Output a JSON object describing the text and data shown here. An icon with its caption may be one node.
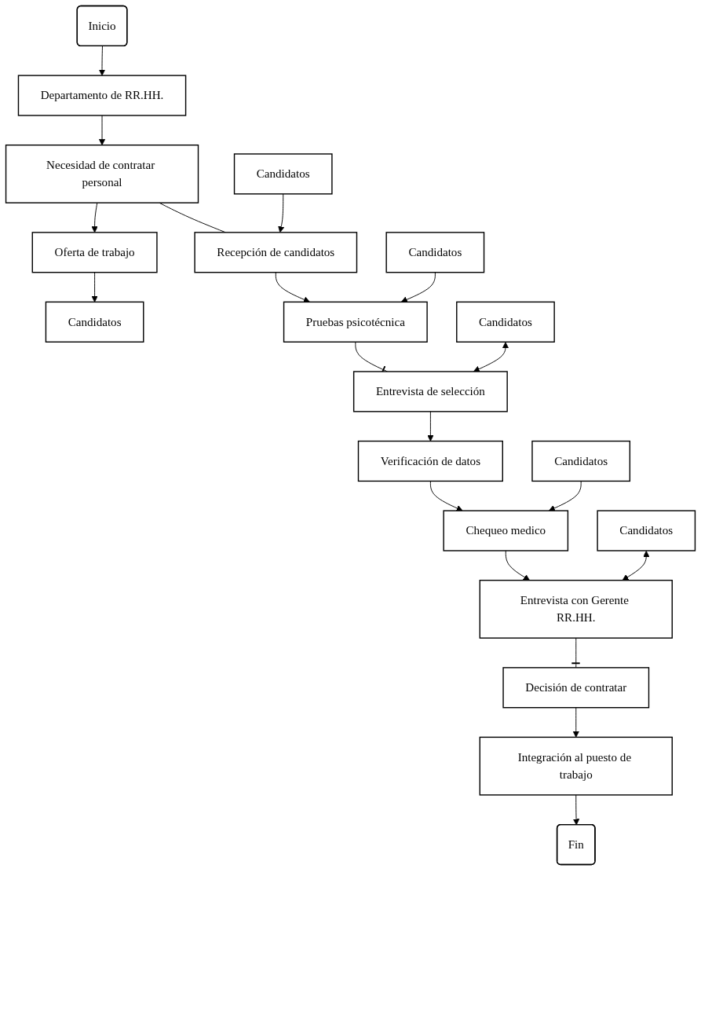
{
  "diagram": {
    "nodes": [
      {
        "text": [
          "Inicio"
        ]
      },
      {
        "text": [
          "Departamento de RR.HH."
        ]
      },
      {
        "text": [
          "Necesidad de contratar personal"
        ]
      },
      {
        "text": [
          "Oferta de trabajo"
        ]
      },
      {
        "text": [
          "Candidatos"
        ]
      },
      {
        "text": [
          "Candidatos"
        ]
      },
      {
        "text": [
          "Recepción de candidatos"
        ]
      },
      {
        "text": [
          "Candidatos"
        ]
      },
      {
        "text": [
          "Pruebas psicotécnica"
        ]
      },
      {
        "text": [
          "Candidatos"
        ]
      },
      {
        "text": [
          "Entrevista de selección"
        ]
      },
      {
        "text": [
          "Verificación de datos"
        ]
      },
      {
        "text": [
          "Candidatos"
        ]
      },
      {
        "text": [
          "Chequeo medico"
        ]
      },
      {
        "text": [
          "Candidatos"
        ]
      },
      {
        "text": [
          "Entrevista con Gerente RR.HH."
        ]
      },
      {
        "text": [
          "Decisión de contratar"
        ]
      },
      {
        "text": [
          "Integración al puesto de trabajo"
        ]
      },
      {
        "text": [
          "Fin"
        ]
      }
    ],
    "edges": [
      {
        "from": 0,
        "to": 1,
        "arrow": "to"
      },
      {
        "from": 1,
        "to": 2,
        "arrow": "to"
      },
      {
        "from": 2,
        "to": 3,
        "arrow": "to"
      },
      {
        "from": 3,
        "to": 4,
        "arrow": "to"
      },
      {
        "from": 2,
        "to": 6,
        "arrow": "none"
      },
      {
        "from": 5,
        "to": 6,
        "arrow": "to"
      },
      {
        "from": 6,
        "to": 8,
        "arrow": "to"
      },
      {
        "from": 7,
        "to": 8,
        "arrow": "to"
      },
      {
        "from": 8,
        "to": 10,
        "arrow": "other"
      },
      {
        "from": 9,
        "to": 10,
        "arrow": "both"
      },
      {
        "from": 10,
        "to": 11,
        "arrow": "to"
      },
      {
        "from": 11,
        "to": 13,
        "arrow": "to"
      },
      {
        "from": 12,
        "to": 13,
        "arrow": "to"
      },
      {
        "from": 13,
        "to": 15,
        "arrow": "to"
      },
      {
        "from": 14,
        "to": 15,
        "arrow": "both"
      },
      {
        "from": 15,
        "to": 16,
        "arrow": "other"
      },
      {
        "from": 16,
        "to": 17,
        "arrow": "to"
      },
      {
        "from": 17,
        "to": 18,
        "arrow": "to"
      }
    ]
  }
}
